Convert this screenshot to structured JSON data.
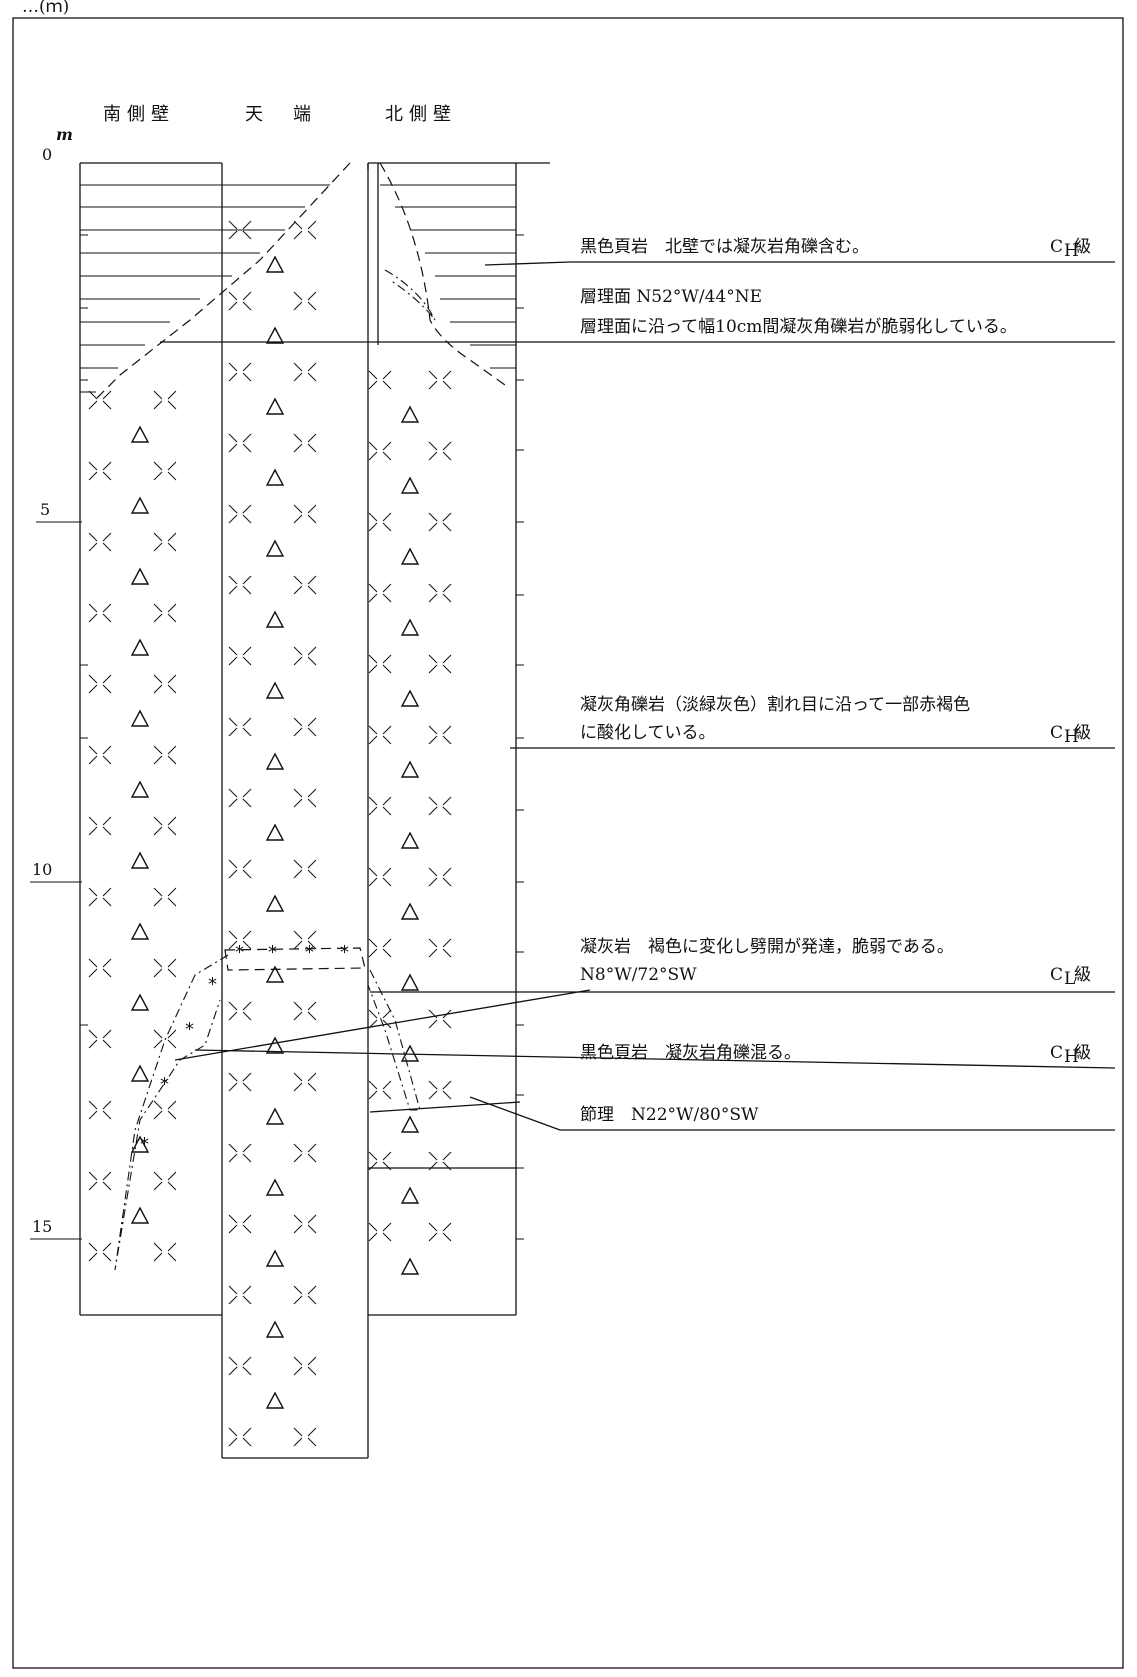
{
  "page_header_fragment": "…(ｍ)",
  "columns": {
    "south_wall": "南側壁",
    "crown": "天　端",
    "north_wall": "北側壁"
  },
  "depth_axis": {
    "unit": "m",
    "ticks": [
      {
        "label": "0",
        "depth": 0
      },
      {
        "label": "5",
        "depth": 5
      },
      {
        "label": "10",
        "depth": 10
      },
      {
        "label": "15",
        "depth": 15
      }
    ]
  },
  "annotations": {
    "a1_text": "黒色頁岩　北壁では凝灰岩角礫含む。",
    "a1_grade": "C",
    "a1_grade_sub": "H",
    "a1_grade_suffix": "級",
    "a2_line1": "層理面 N52°W/44°NE",
    "a2_line2": "層理面に沿って幅10cm間凝灰角礫岩が脆弱化している。",
    "a3_line1": "凝灰角礫岩（淡緑灰色）割れ目に沿って一部赤褐色",
    "a3_line2": "に酸化している。",
    "a3_grade": "C",
    "a3_grade_sub": "H",
    "a3_grade_suffix": "級",
    "a4_line1": "凝灰岩　褐色に変化し劈開が発達，脆弱である。",
    "a4_line2": "N8°W/72°SW",
    "a4_grade": "C",
    "a4_grade_sub": "L",
    "a4_grade_suffix": "級",
    "a5_text": "黒色頁岩　凝灰岩角礫混る。",
    "a5_grade": "C",
    "a5_grade_sub": "H",
    "a5_grade_suffix": "級",
    "a6_text": "節理　N22°W/80°SW"
  }
}
